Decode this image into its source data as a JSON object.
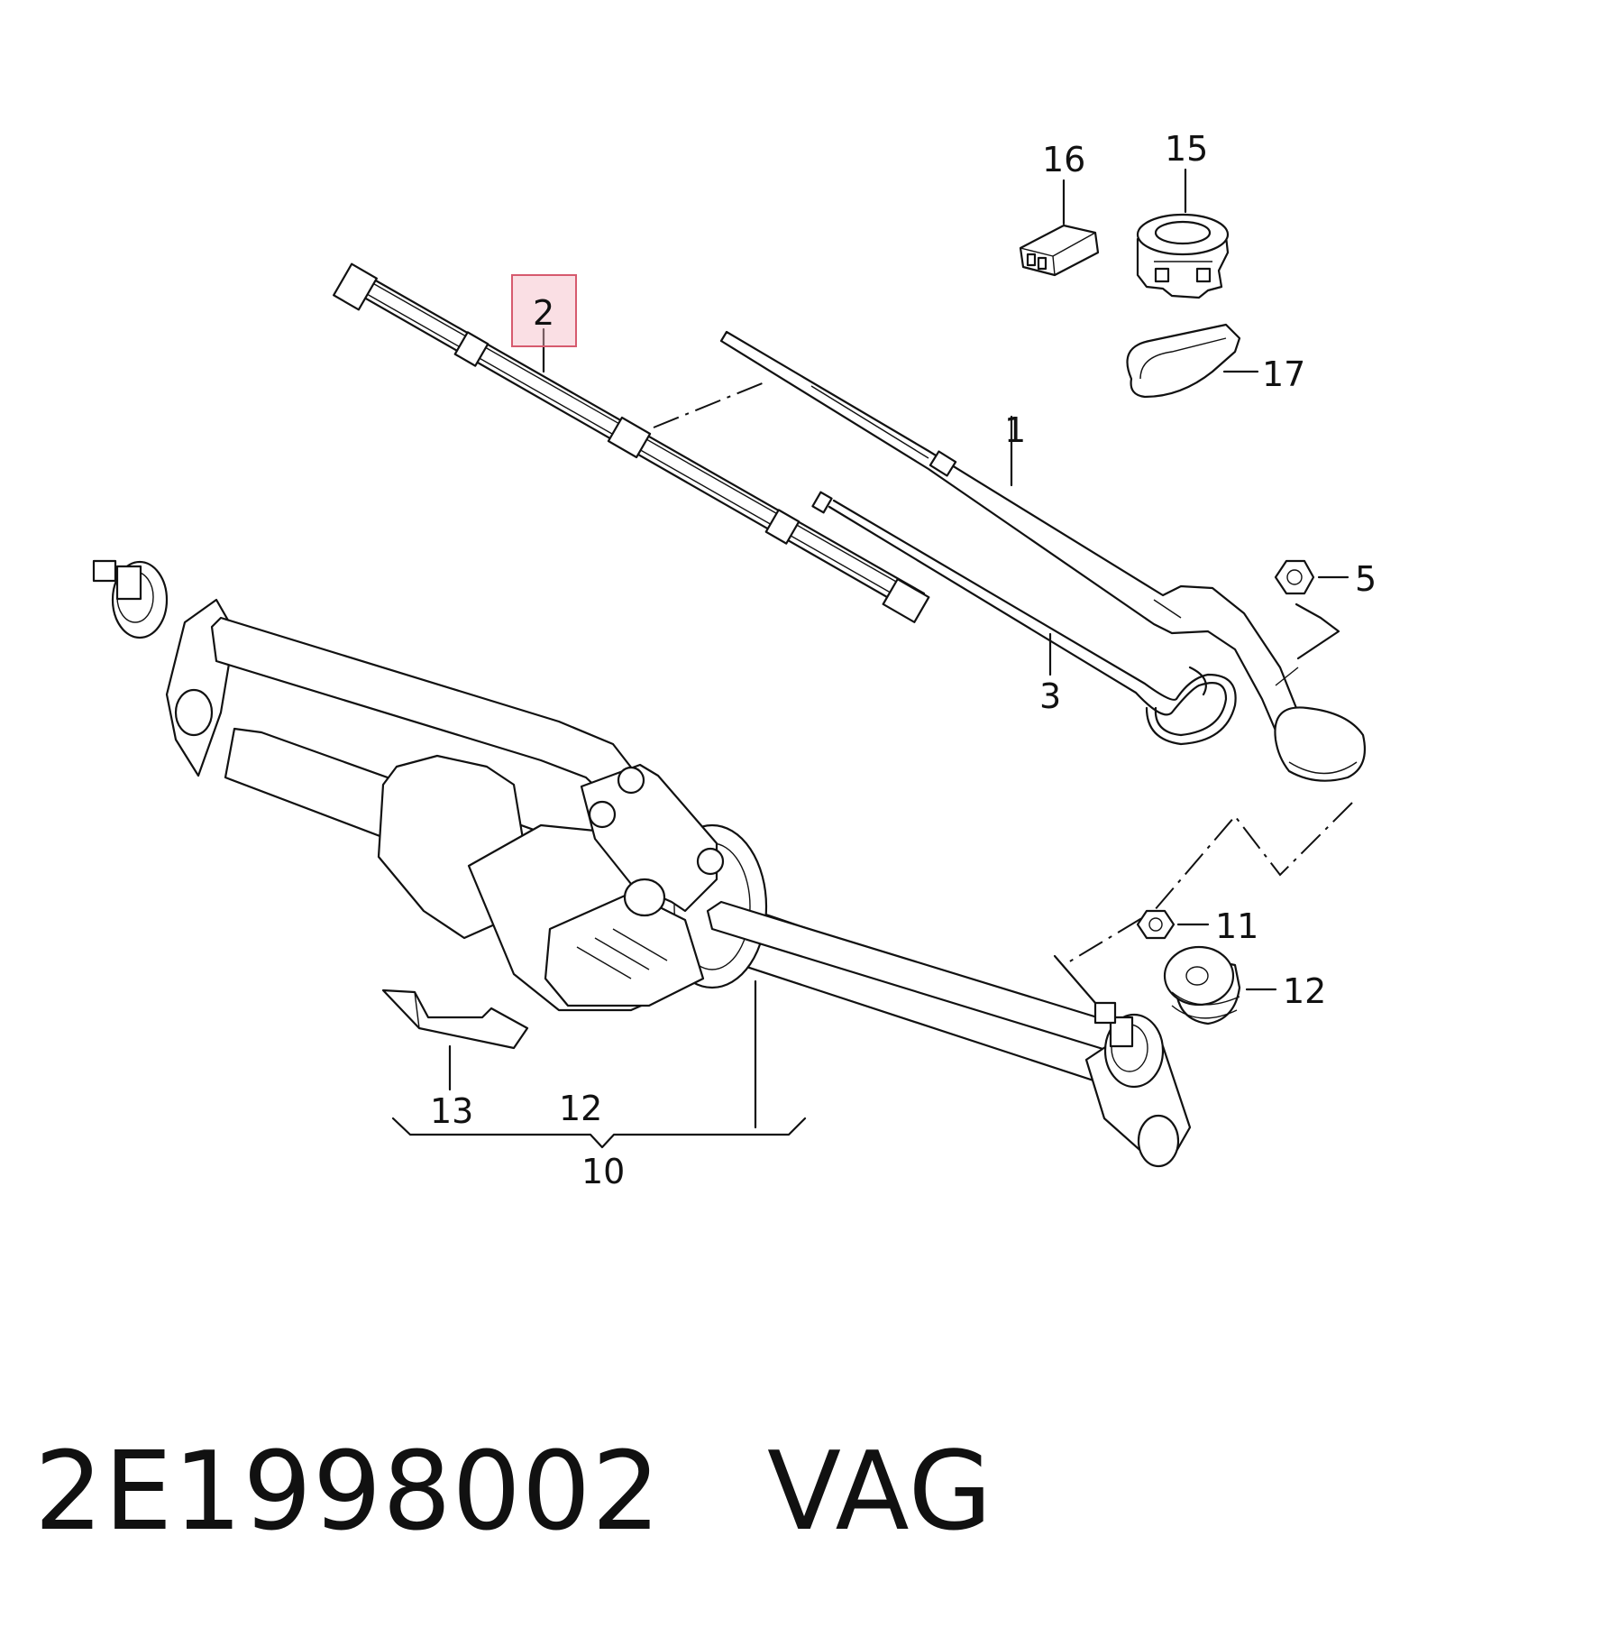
{
  "labels": {
    "l1": "1",
    "l2": "2",
    "l3": "3",
    "l5": "5",
    "l10": "10",
    "l11": "11",
    "l12a": "12",
    "l12b": "12",
    "l13": "13",
    "l15": "15",
    "l16": "16",
    "l17": "17"
  },
  "highlight_color": "#f5b8c4",
  "caption": {
    "part_number": "2E1998002",
    "brand": "VAG"
  }
}
